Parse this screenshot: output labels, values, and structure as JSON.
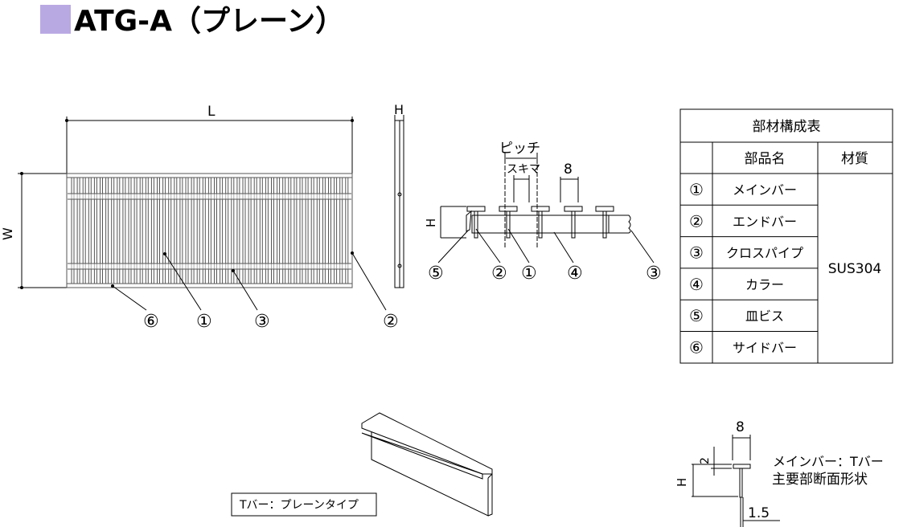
{
  "title": "ATG-A（プレーン）",
  "accent_color": "#b9a9e3",
  "plan": {
    "L": "L",
    "W": "W",
    "H": "H"
  },
  "callouts": {
    "c1": "①",
    "c2": "②",
    "c3": "③",
    "c4": "④",
    "c5": "⑤",
    "c6": "⑥"
  },
  "section": {
    "pitch": "ピッチ",
    "gap": "スキマ",
    "width": "8",
    "H": "H"
  },
  "table": {
    "title": "部材構成表",
    "col_name": "部品名",
    "col_material": "材質",
    "material": "SUS304",
    "rows": [
      {
        "no": "①",
        "name": "メインバー"
      },
      {
        "no": "②",
        "name": "エンドバー"
      },
      {
        "no": "③",
        "name": "クロスパイプ"
      },
      {
        "no": "④",
        "name": "カラー"
      },
      {
        "no": "⑤",
        "name": "皿ビス"
      },
      {
        "no": "⑥",
        "name": "サイドバー"
      }
    ]
  },
  "tbar_label": "Tバー：プレーンタイプ",
  "profile": {
    "width": "8",
    "flange": "2",
    "H": "H",
    "web": "1.5",
    "caption1": "メインバー：Tバー",
    "caption2": "主要部断面形状"
  }
}
